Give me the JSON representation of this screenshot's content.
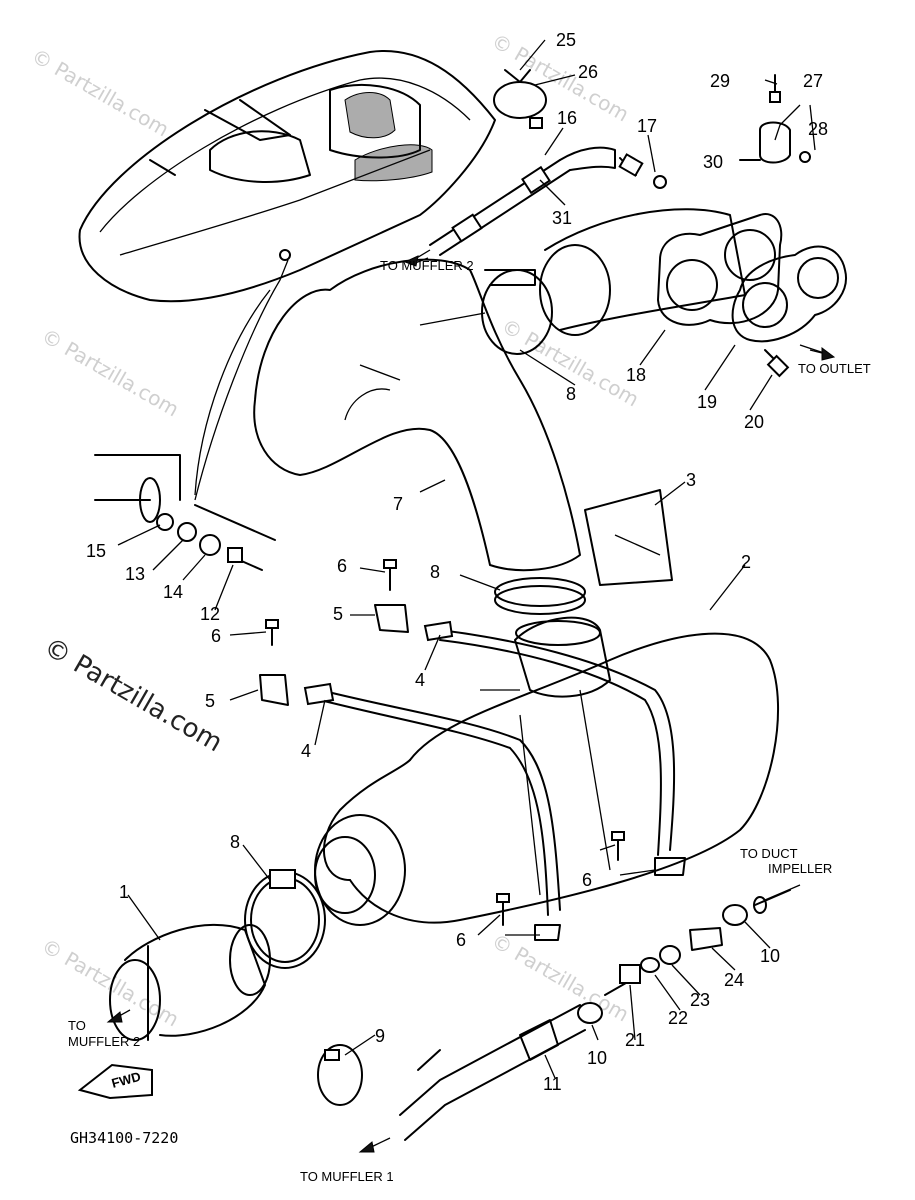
{
  "watermark": {
    "brand": "© Partzilla.com"
  },
  "callouts": {
    "n1": "1",
    "n2": "2",
    "n3": "3",
    "n4a": "4",
    "n4b": "4",
    "n5a": "5",
    "n5b": "5",
    "n6a": "6",
    "n6b": "6",
    "n6c": "6",
    "n6d": "6",
    "n7": "7",
    "n8a": "8",
    "n8b": "8",
    "n8c": "8",
    "n9": "9",
    "n10a": "10",
    "n10b": "10",
    "n11": "11",
    "n12": "12",
    "n13": "13",
    "n14": "14",
    "n15": "15",
    "n16": "16",
    "n17": "17",
    "n18": "18",
    "n19": "19",
    "n20": "20",
    "n21": "21",
    "n22": "22",
    "n23": "23",
    "n24": "24",
    "n25": "25",
    "n26": "26",
    "n27": "27",
    "n28": "28",
    "n29": "29",
    "n30": "30",
    "n31": "31"
  },
  "labels": {
    "to_muffler2_top": "TO MUFFLER 2",
    "to_outlet": "TO OUTLET",
    "to_duct_line1": "TO DUCT",
    "to_duct_line2": "IMPELLER",
    "to_muffler2_bottom_line1": "TO",
    "to_muffler2_bottom_line2": "MUFFLER 2",
    "to_muffler1": "TO MUFFLER 1",
    "fwd": "FWD",
    "diagram_code": "GH34100-7220"
  }
}
